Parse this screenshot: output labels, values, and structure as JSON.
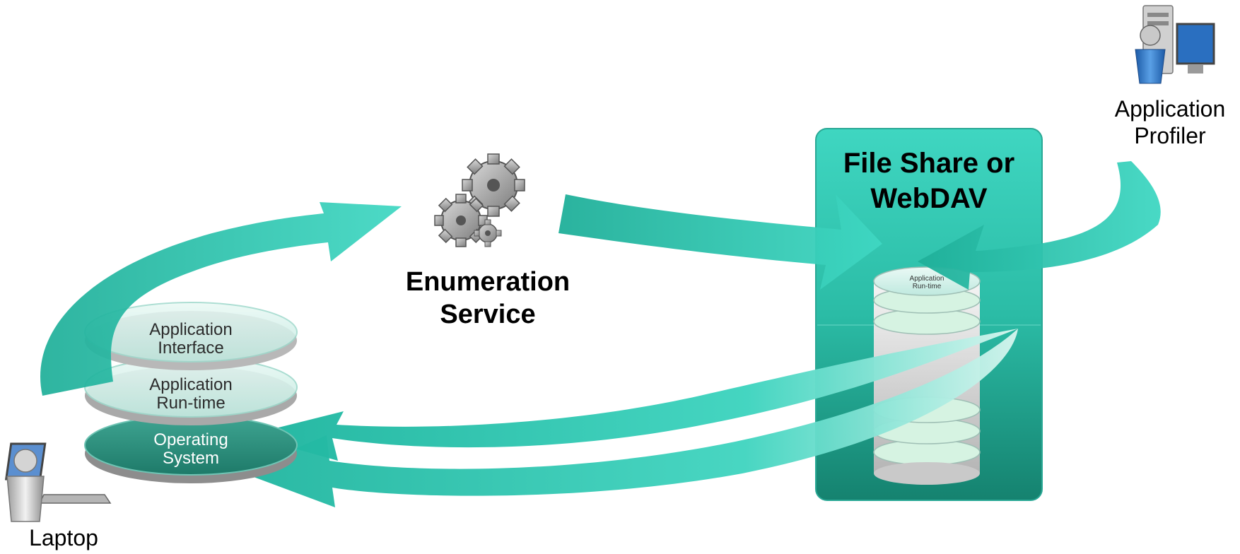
{
  "nodes": {
    "enumeration_service": {
      "label_line1": "Enumeration",
      "label_line2": "Service",
      "icon": "gears-icon"
    },
    "file_share": {
      "label_line1": "File Share or",
      "label_line2": "WebDAV"
    },
    "application_profiler": {
      "label_line1": "Application",
      "label_line2": "Profiler",
      "icon": "server-user-icon"
    },
    "laptop": {
      "label": "Laptop",
      "icon": "laptop-user-icon"
    }
  },
  "laptop_stack": {
    "layers": [
      {
        "line1": "Application",
        "line2": "Interface"
      },
      {
        "line1": "Application",
        "line2": "Run-time"
      },
      {
        "line1": "Operating",
        "line2": "System"
      }
    ]
  },
  "server_stack": {
    "top_label_line1": "Application",
    "top_label_line2": "Run-time"
  },
  "colors": {
    "arrow": "#2cc4ae",
    "arrow_light": "#7ee3d2",
    "panel": "#26b39c",
    "panel_dark": "#12806d"
  }
}
